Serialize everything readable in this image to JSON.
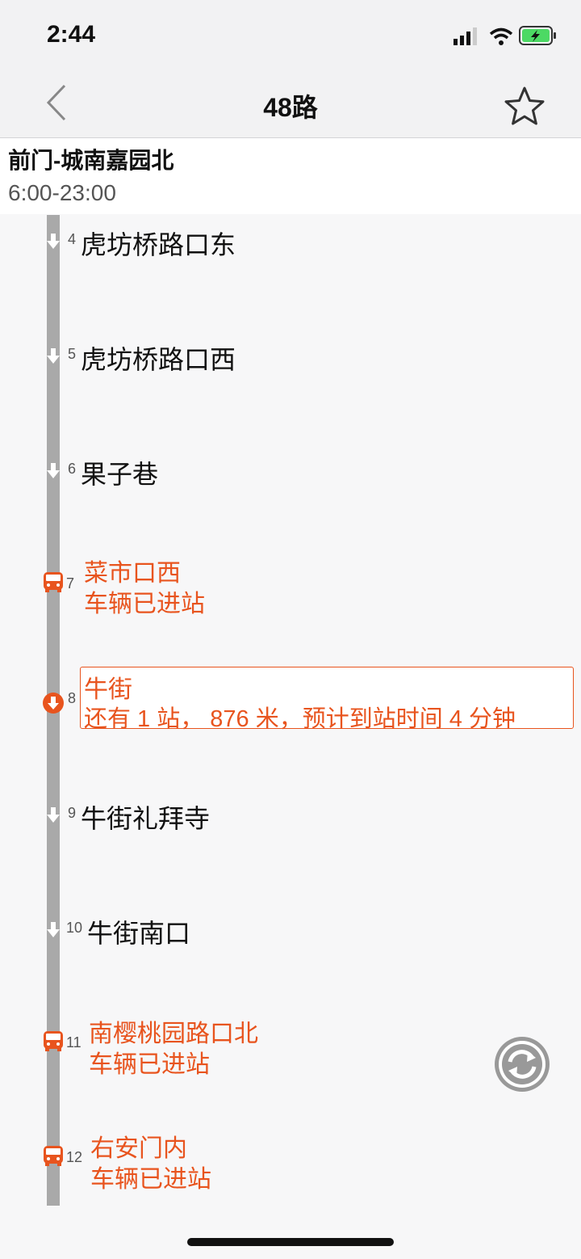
{
  "status_bar": {
    "time": "2:44"
  },
  "nav": {
    "title": "48路"
  },
  "route": {
    "name": "前门-城南嘉园北",
    "hours": "6:00-23:00"
  },
  "colors": {
    "accent": "#e8541e",
    "track": "#a9a9a9"
  },
  "stops": [
    {
      "num": "4",
      "name": "虎坊桥路口东",
      "status": ""
    },
    {
      "num": "5",
      "name": "虎坊桥路口西",
      "status": ""
    },
    {
      "num": "6",
      "name": "果子巷",
      "status": ""
    },
    {
      "num": "7",
      "name": "菜市口西",
      "status": "车辆已进站"
    },
    {
      "num": "8",
      "name": "牛街",
      "status": "还有 1 站， 876 米，预计到站时间 4 分钟"
    },
    {
      "num": "9",
      "name": "牛街礼拜寺",
      "status": ""
    },
    {
      "num": "10",
      "name": "牛街南口",
      "status": ""
    },
    {
      "num": "11",
      "name": "南樱桃园路口北",
      "status": "车辆已进站"
    },
    {
      "num": "12",
      "name": "右安门内",
      "status": "车辆已进站"
    }
  ],
  "icons": {
    "back": "chevron-left-icon",
    "favorite": "star-icon",
    "refresh": "refresh-icon",
    "bus": "bus-icon",
    "down_arrow": "down-arrow-icon"
  }
}
